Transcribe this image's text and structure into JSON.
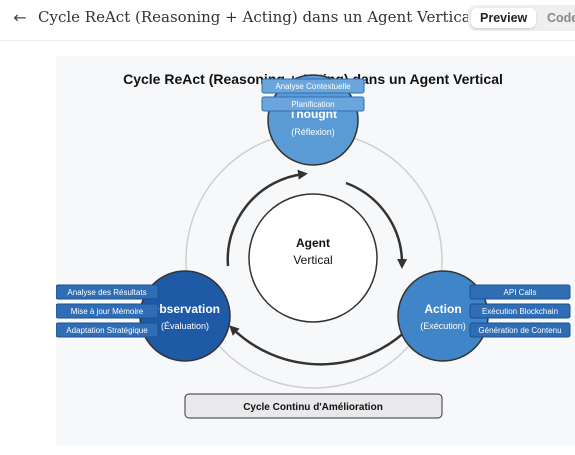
{
  "header": {
    "back_icon": "arrow-left-icon",
    "back_glyph": "←",
    "title": "Cycle ReAct (Reasoning + Acting) dans un Agent Vertical",
    "tabs": {
      "preview": "Preview",
      "code": "Code"
    }
  },
  "diagram": {
    "title": "Cycle ReAct (Reasoning + Acting) dans un Agent Vertical",
    "center": {
      "title": "Agent",
      "subtitle": "Vertical"
    },
    "thought": {
      "title": "Thought",
      "subtitle": "(Réflexion)",
      "tags": [
        "Analyse Contextuelle",
        "Planification"
      ]
    },
    "action": {
      "title": "Action",
      "subtitle": "(Exécution)",
      "tags": [
        "API Calls",
        "Exécution Blockchain",
        "Génération de Contenu"
      ]
    },
    "observation": {
      "title": "Observation",
      "subtitle": "(Évaluation)",
      "tags": [
        "Analyse des Résultats",
        "Mise à jour Mémoire",
        "Adaptation Stratégique"
      ]
    },
    "footer": "Cycle Continu d'Amélioration",
    "colors": {
      "thought": "#5b9bd5",
      "action": "#3f85c8",
      "observation": "#1f5aa6",
      "tag_fill": "#2f6db5",
      "tag_stroke": "#1d4f8f",
      "canvas": "#f7f8fa"
    }
  }
}
